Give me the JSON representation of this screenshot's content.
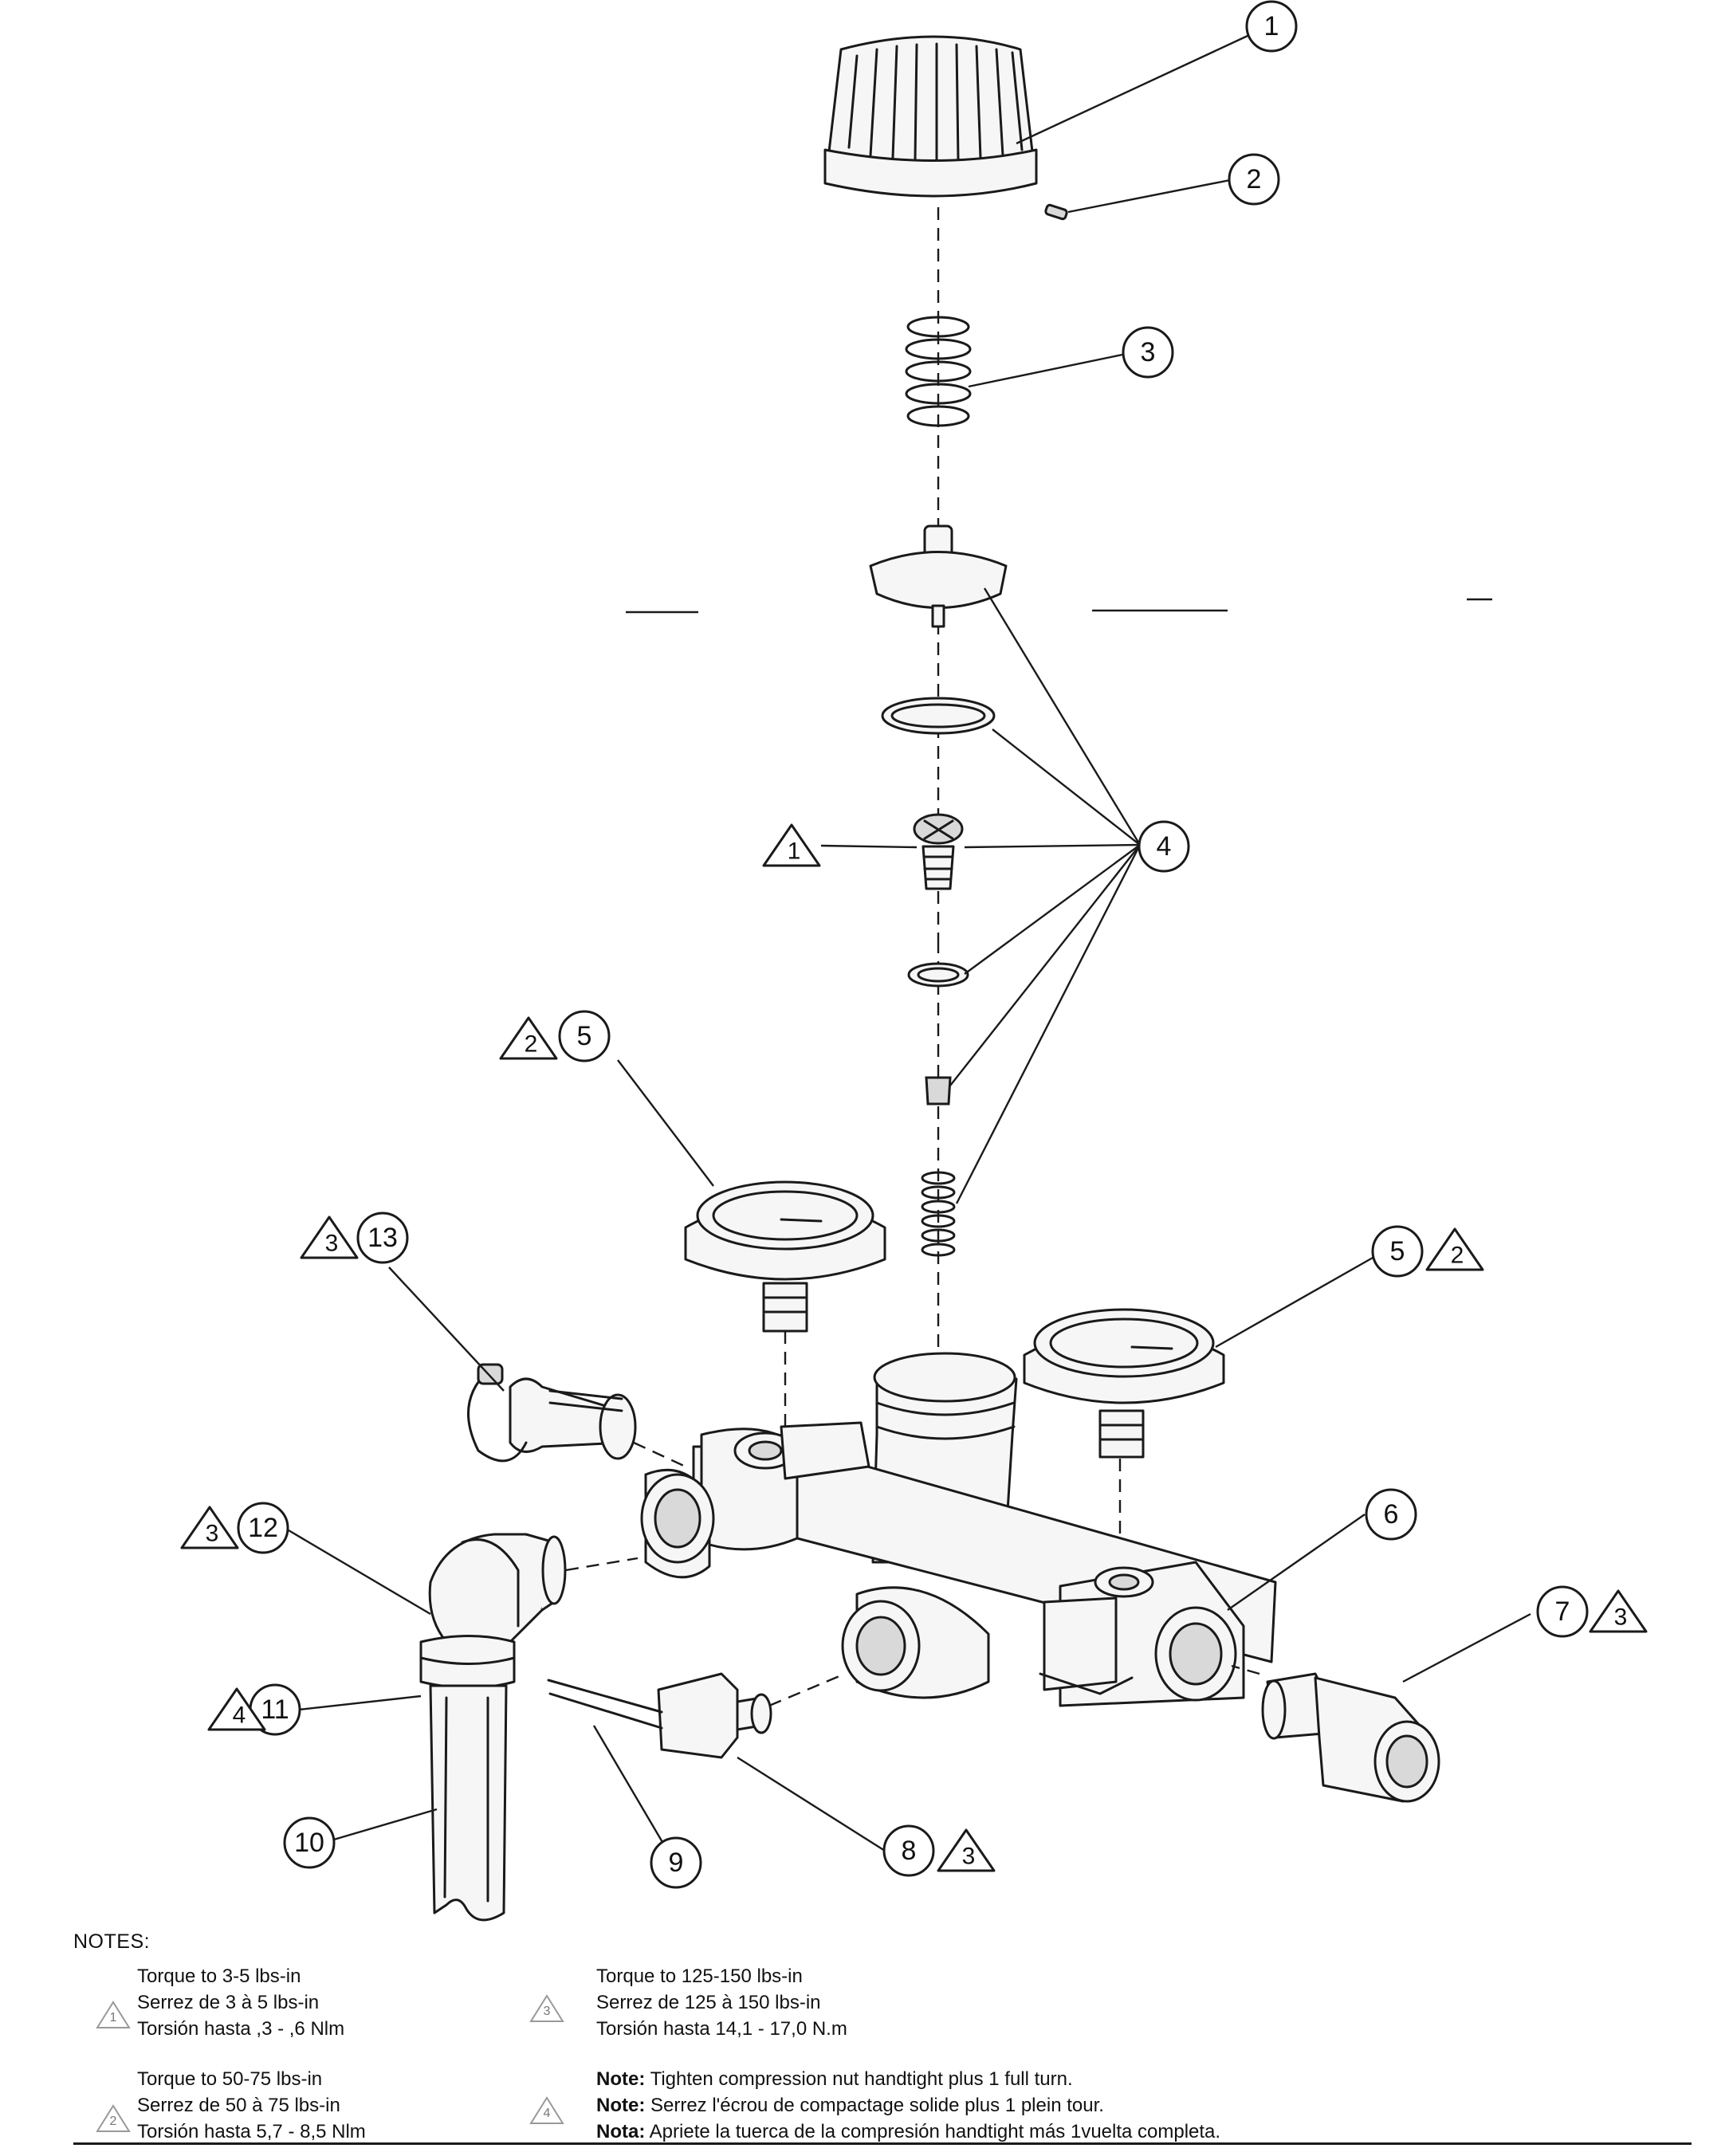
{
  "callouts": {
    "c1": "1",
    "c2": "2",
    "c3": "3",
    "c4": "4",
    "c5a": "5",
    "c5b": "5",
    "c6": "6",
    "c7": "7",
    "c8": "8",
    "c9": "9",
    "c10": "10",
    "c11": "11",
    "c12": "12",
    "c13": "13"
  },
  "note_markers": {
    "t_c1": "1",
    "t_c5a": "2",
    "t_c5b": "2",
    "t_c13": "3",
    "t_c12": "3",
    "t_c7": "3",
    "t_c8": "3",
    "t_c11": "4"
  },
  "notes": {
    "title": "NOTES:",
    "note1": {
      "marker": "1",
      "en": "Torque to 3-5 lbs-in",
      "fr": "Serrez de 3 à 5 lbs-in",
      "es": "Torsión hasta ,3 - ,6 Nlm"
    },
    "note2": {
      "marker": "2",
      "en": "Torque to 50-75 lbs-in",
      "fr": "Serrez de 50 à 75 lbs-in",
      "es": "Torsión hasta 5,7 - 8,5 Nlm"
    },
    "note3": {
      "marker": "3",
      "en": "Torque to 125-150 lbs-in",
      "fr": "Serrez de 125 à 150 lbs-in",
      "es": "Torsión hasta 14,1 - 17,0 N.m"
    },
    "note4": {
      "marker": "4",
      "en_label": "Note:",
      "en": " Tighten compression nut handtight plus 1 full turn.",
      "fr_label": "Note:",
      "fr": " Serrez l'écrou de compactage solide plus 1 plein tour.",
      "es_label": "Nota:",
      "es": " Apriete la tuerca de la compresión handtight más 1vuelta completa."
    }
  }
}
